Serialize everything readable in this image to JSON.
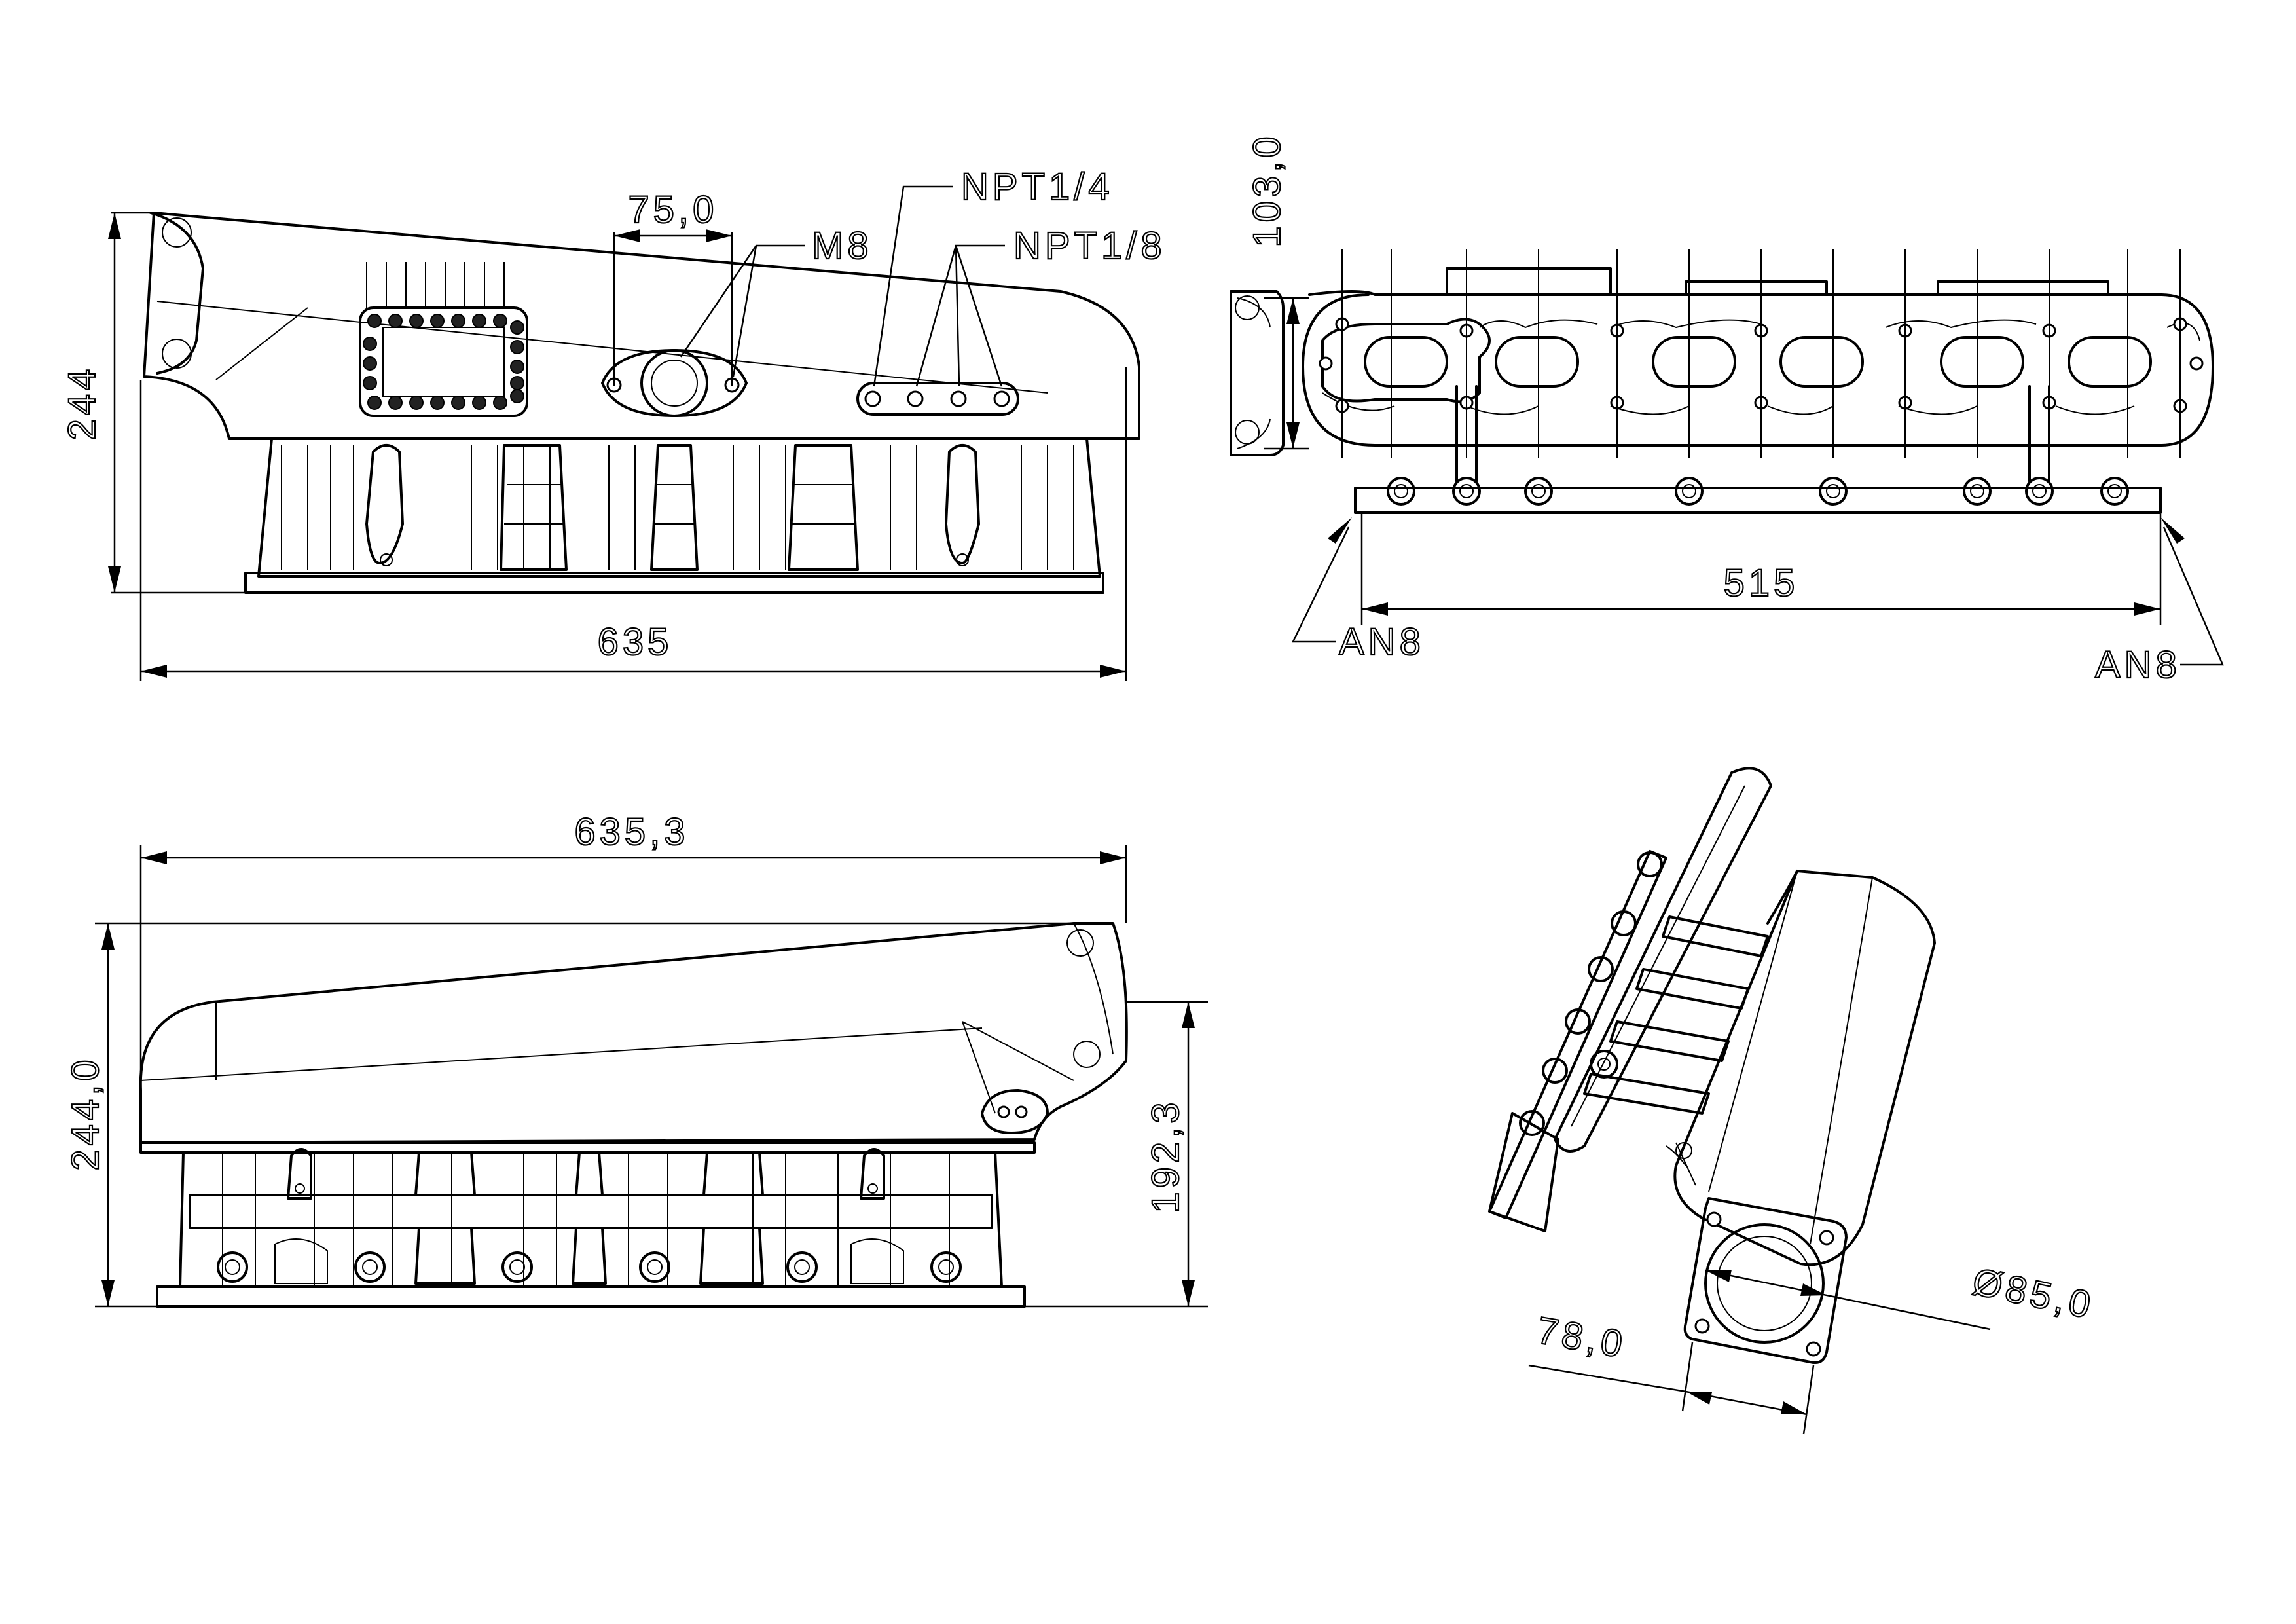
{
  "views": {
    "top_left": {
      "height": "244",
      "width": "635",
      "spacing": "75,0",
      "thread": "M8",
      "port_large": "NPT1/4",
      "port_small": "NPT1/8"
    },
    "top_right": {
      "height": "103,0",
      "rail_length": "515",
      "fitting_left": "AN8",
      "fitting_right": "AN8"
    },
    "bottom_left": {
      "width": "635,3",
      "height": "244,0",
      "inlet_height": "192,3"
    },
    "bottom_right": {
      "diameter": "Ø85,0",
      "flange": "78,0"
    }
  },
  "colors": {
    "line": "#000000",
    "background": "#ffffff"
  }
}
